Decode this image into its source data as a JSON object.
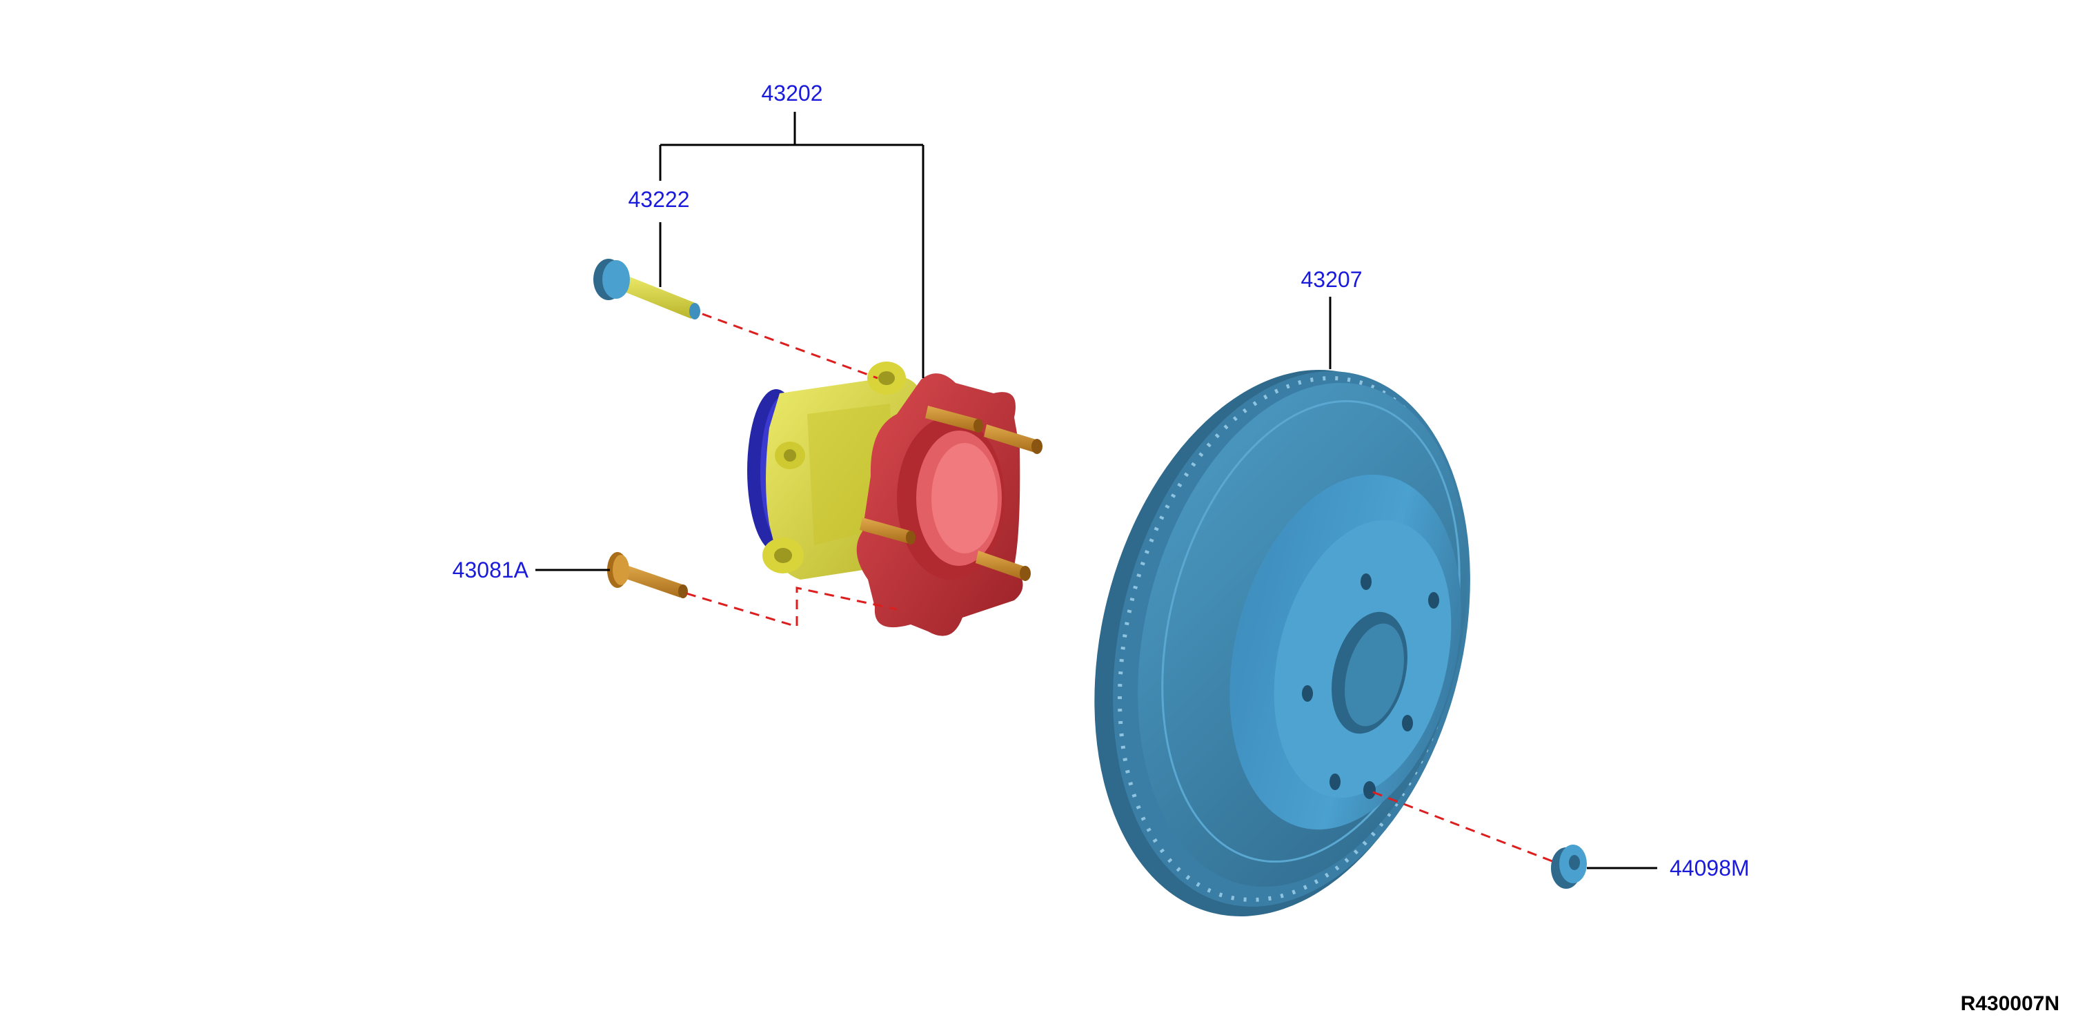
{
  "parts": [
    {
      "id": "43202",
      "label": "43202",
      "name": "hub-assembly"
    },
    {
      "id": "43222",
      "label": "43222",
      "name": "hub-bolt"
    },
    {
      "id": "43207",
      "label": "43207",
      "name": "brake-rotor"
    },
    {
      "id": "43081A",
      "label": "43081A",
      "name": "wheel-stud"
    },
    {
      "id": "44098M",
      "label": "44098M",
      "name": "rotor-nut"
    }
  ],
  "reference_code": "R430007N",
  "colors": {
    "label": "#1a1adc",
    "leader": "#000000",
    "dash": "#dd1e1e",
    "rotor": "#3d86ad",
    "rotor_dark": "#2f6a8c",
    "hub_yellow": "#d9d43a",
    "hub_red": "#c9383d",
    "seal_blue": "#3434c8",
    "stud_gold": "#c88a2c",
    "bolt_head": "#3f8fbf"
  }
}
